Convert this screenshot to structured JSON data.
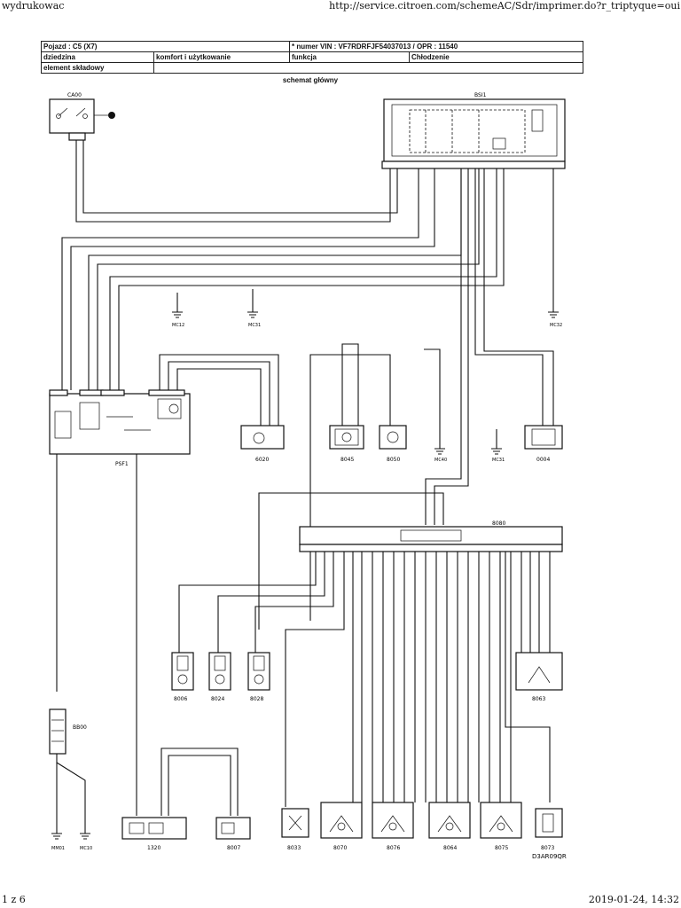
{
  "print": {
    "header_left": "wydrukowac",
    "header_right": "http://service.citroen.com/schemeAC/Sdr/imprimer.do?r_triptyque=oui",
    "footer_left": "1 z 6",
    "footer_right": "2019-01-24, 14:32"
  },
  "info_table": {
    "vehicle": "Pojazd : C5 (X7)",
    "vin": "* numer VIN : VF7RDRFJF54037013 / OPR : 11540",
    "domain_label": "dziedzina",
    "domain_value": "komfort i użytkowanie",
    "function_label": "funkcja",
    "function_value": "Chłodzenie",
    "component_label": "element składowy",
    "component_value": ""
  },
  "schematic": {
    "subtitle": "schemat główny",
    "drawing_ref": "D3AR09QR",
    "components": {
      "c400": "CA00",
      "bsi": "BSI1",
      "psf1": "PSF1",
      "c6020": "6020",
      "c8045": "8045",
      "c8050": "8050",
      "c0004": "0004",
      "c8080": "8080",
      "c8006": "8006",
      "c8024": "8024",
      "c8028": "8028",
      "c8063": "8063",
      "bb00": "BB00",
      "c1320": "1320",
      "c8007": "8007",
      "c8033": "8033",
      "c8070": "8070",
      "c8076": "8076",
      "c8064": "8064",
      "c8075": "8075",
      "c8073": "8073"
    },
    "grounds": {
      "mc12": "MC12",
      "mc31": "MC31",
      "mc32": "MC32",
      "mc40": "MC40",
      "mc31b": "MC31",
      "mm01": "MM01",
      "mc10": "MC10"
    }
  }
}
